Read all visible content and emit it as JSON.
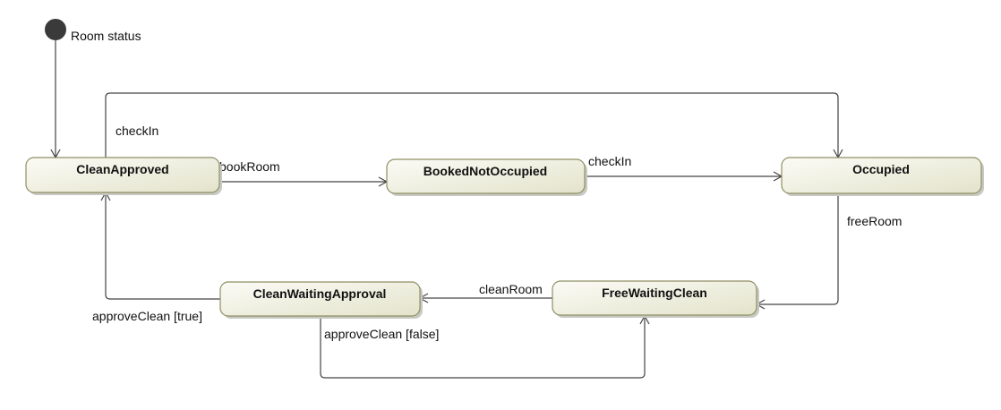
{
  "initial_label": "Room status",
  "states": {
    "clean_approved": "CleanApproved",
    "booked_not_occupied": "BookedNotOccupied",
    "occupied": "Occupied",
    "clean_waiting_approval": "CleanWaitingApproval",
    "free_waiting_clean": "FreeWaitingClean"
  },
  "transitions": {
    "initial_to_clean_approved": "",
    "checkin_top": "checkIn",
    "book_room": "bookRoom",
    "checkin": "checkIn",
    "free_room": "freeRoom",
    "clean_room": "cleanRoom",
    "approve_clean_true": "approveClean [true]",
    "approve_clean_false": "approveClean [false]"
  },
  "colors": {
    "state_fill_light": "#fbfbf6",
    "state_fill_dark": "#e6e6cf",
    "state_border": "#8f8f63",
    "edge": "#444444",
    "initial_node": "#3a3a3a"
  }
}
